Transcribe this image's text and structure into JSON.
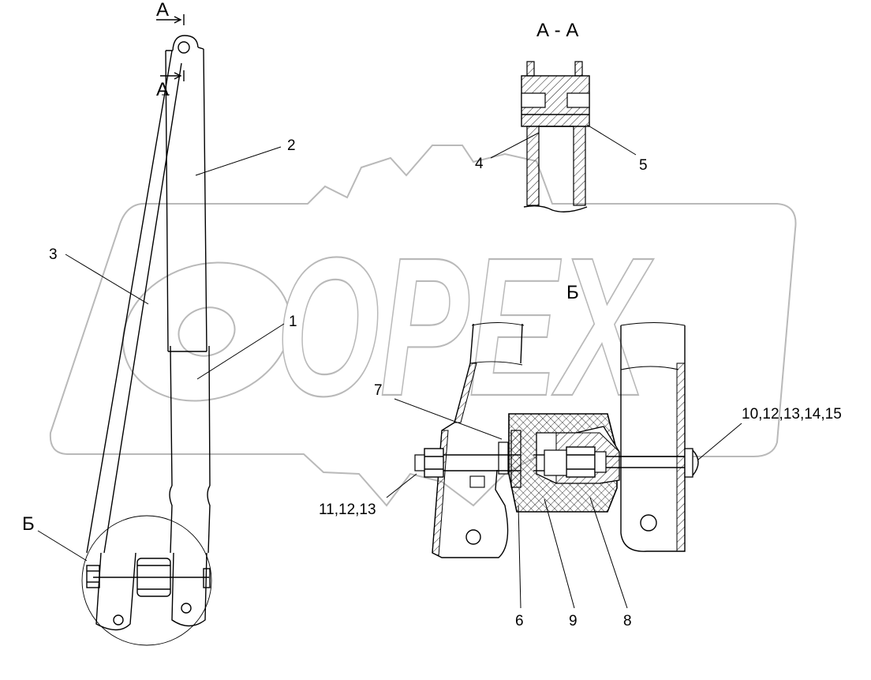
{
  "section": {
    "title": "А - А",
    "mark_top": "А",
    "mark_bottom": "А"
  },
  "detail": {
    "mark": "Б",
    "title": "Б"
  },
  "watermark": {
    "text": "OPEX"
  },
  "callouts": [
    {
      "id": "c1",
      "text": "1"
    },
    {
      "id": "c2",
      "text": "2"
    },
    {
      "id": "c3",
      "text": "3"
    },
    {
      "id": "c4",
      "text": "4"
    },
    {
      "id": "c5",
      "text": "5"
    },
    {
      "id": "c6",
      "text": "6"
    },
    {
      "id": "c7",
      "text": "7"
    },
    {
      "id": "c8",
      "text": "8"
    },
    {
      "id": "c9",
      "text": "9"
    },
    {
      "id": "c10",
      "text": "10,12,13,14,15"
    },
    {
      "id": "c11",
      "text": "11,12,13"
    }
  ]
}
